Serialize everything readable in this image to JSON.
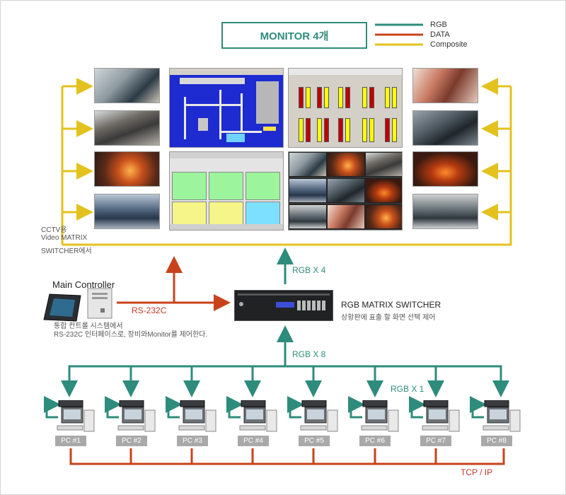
{
  "title": "MONITOR 4개",
  "legend": [
    {
      "label": "RGB",
      "color": "#2e8c7c"
    },
    {
      "label": "DATA",
      "color": "#c8431b"
    },
    {
      "label": "Composite",
      "color": "#e3c21e"
    }
  ],
  "cctv_note": [
    "CCTV용",
    "Video MATRIX",
    "SWITCHER에서"
  ],
  "rgb_x4": "RGB X 4",
  "rgb_x8": "RGB X 8",
  "rgb_x1": "RGB X 1",
  "rs232c": "RS-232C",
  "tcp_ip": "TCP / IP",
  "main_controller": {
    "title": "Main Controller",
    "note_line1": "통합 컨트롤 시스템에서",
    "note_line2": "RS-232C 인터페이스로, 장비와Monitor를 제어한다."
  },
  "switcher": {
    "title": "RGB MATRIX SWITCHER",
    "subtitle": "상황판에 표출 할 화면 선택 제어"
  },
  "pcs": [
    "PC #1",
    "PC #2",
    "PC #3",
    "PC #4",
    "PC #5",
    "PC #6",
    "PC #7",
    "PC #8"
  ]
}
